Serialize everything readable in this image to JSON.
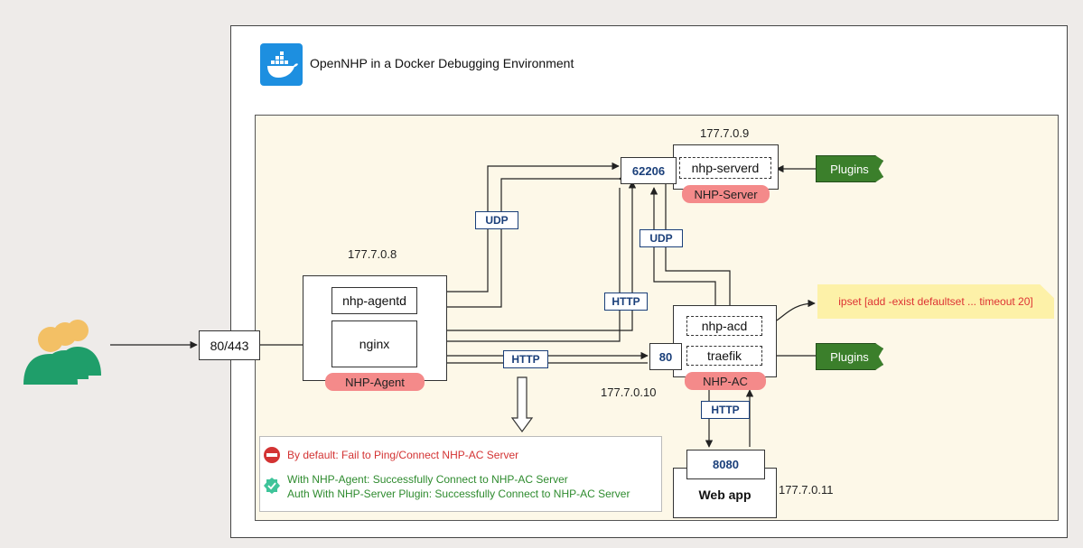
{
  "title": "OpenNHP in a Docker Debugging Environment",
  "icons": [
    "docker-icon",
    "users-icon",
    "no-entry-icon",
    "verified-check-icon",
    "down-arrow-icon"
  ],
  "colors": {
    "docker_blue": "#1d8fe0",
    "users_green": "#1f9e6a",
    "pill_red": "#f48a8a",
    "plugins_green": "#3b7f2b",
    "protocol_blue": "#1a3f7a",
    "error_red": "#d33333",
    "success_green": "#2e8b2e"
  },
  "entry_port": "80/443",
  "agent": {
    "ip": "177.7.0.8",
    "label": "NHP-Agent",
    "agentd": "nhp-agentd",
    "nginx": "nginx"
  },
  "server": {
    "ip": "177.7.0.9",
    "label": "NHP-Server",
    "serverd": "nhp-serverd",
    "port": "62206"
  },
  "ac": {
    "ip": "177.7.0.10",
    "label": "NHP-AC",
    "acd": "nhp-acd",
    "traefik": "traefik",
    "port": "80"
  },
  "webapp": {
    "ip": "177.7.0.11",
    "label": "Web app",
    "port": "8080"
  },
  "plugins_label": "Plugins",
  "protocols": {
    "udp": "UDP",
    "http": "HTTP"
  },
  "note": "ipset [add -exist defaultset ... timeout 20]",
  "legend": {
    "fail": "By default: Fail to Ping/Connect NHP-AC Server",
    "success_agent": "With NHP-Agent: Successfully Connect to NHP-AC Server",
    "success_plugin": "Auth With NHP-Server Plugin:  Successfully Connect to NHP-AC Server"
  }
}
